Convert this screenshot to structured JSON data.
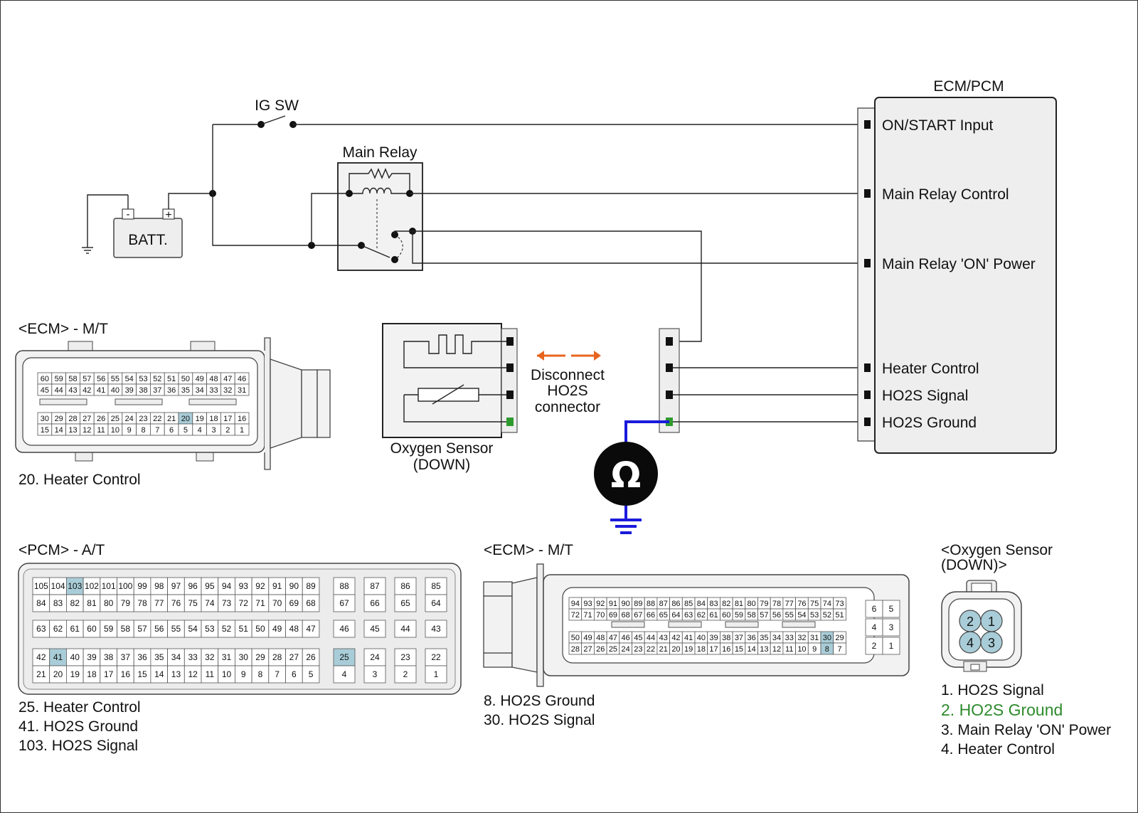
{
  "circuit": {
    "ig_sw": "IG SW",
    "batt": "BATT.",
    "batt_minus": "-",
    "batt_plus": "+",
    "main_relay": "Main Relay",
    "ecm_pcm": "ECM/PCM",
    "ecm_pins": [
      "ON/START Input",
      "Main Relay Control",
      "Main Relay 'ON' Power",
      "Heater Control",
      "HO2S Signal",
      "HO2S Ground"
    ],
    "sensor_label": [
      "Oxygen Sensor",
      "(DOWN)"
    ],
    "disconnect_note": [
      "Disconnect",
      "HO2S",
      "connector"
    ],
    "ohm_symbol": "Ω",
    "arrow_color": "#e8641e",
    "meter_wire_color": "#1a1adc",
    "ground_pin_color": "#2e9a2e"
  },
  "ecm_mt_left": {
    "title": "<ECM> - M/T",
    "rows": [
      [
        "60",
        "59",
        "58",
        "57",
        "56",
        "55",
        "54",
        "53",
        "52",
        "51",
        "50",
        "49",
        "48",
        "47",
        "46"
      ],
      [
        "45",
        "44",
        "43",
        "42",
        "41",
        "40",
        "39",
        "38",
        "37",
        "36",
        "35",
        "34",
        "33",
        "32",
        "31"
      ],
      [
        "30",
        "29",
        "28",
        "27",
        "26",
        "25",
        "24",
        "23",
        "22",
        "21",
        "20",
        "19",
        "18",
        "17",
        "16"
      ],
      [
        "15",
        "14",
        "13",
        "12",
        "11",
        "10",
        "9",
        "8",
        "7",
        "6",
        "5",
        "4",
        "3",
        "2",
        "1"
      ]
    ],
    "highlight": [
      "20"
    ],
    "legend": [
      "20. Heater Control"
    ]
  },
  "pcm_at": {
    "title": "<PCM> - A/T",
    "main_rows": [
      [
        "105",
        "104",
        "103",
        "102",
        "101",
        "100",
        "99",
        "98",
        "97",
        "96",
        "95",
        "94",
        "93",
        "92",
        "91",
        "90",
        "89"
      ],
      [
        "84",
        "83",
        "82",
        "81",
        "80",
        "79",
        "78",
        "77",
        "76",
        "75",
        "74",
        "73",
        "72",
        "71",
        "70",
        "69",
        "68"
      ],
      [
        "63",
        "62",
        "61",
        "60",
        "59",
        "58",
        "57",
        "56",
        "55",
        "54",
        "53",
        "52",
        "51",
        "50",
        "49",
        "48",
        "47"
      ],
      [
        "42",
        "41",
        "40",
        "39",
        "38",
        "37",
        "36",
        "35",
        "34",
        "33",
        "32",
        "31",
        "30",
        "29",
        "28",
        "27",
        "26"
      ],
      [
        "21",
        "20",
        "19",
        "18",
        "17",
        "16",
        "15",
        "14",
        "13",
        "12",
        "11",
        "10",
        "9",
        "8",
        "7",
        "6",
        "5"
      ]
    ],
    "side_rows": [
      [
        "88",
        "87",
        "86",
        "85"
      ],
      [
        "67",
        "66",
        "65",
        "64"
      ],
      [
        "46",
        "45",
        "44",
        "43"
      ],
      [
        "25",
        "24",
        "23",
        "22"
      ],
      [
        "4",
        "3",
        "2",
        "1"
      ]
    ],
    "highlight": [
      "103",
      "41",
      "25"
    ],
    "legend": [
      "25. Heater Control",
      "41. HO2S Ground",
      "103. HO2S Signal"
    ]
  },
  "ecm_mt_right": {
    "title": "<ECM> - M/T",
    "rows": [
      [
        "94",
        "93",
        "92",
        "91",
        "90",
        "89",
        "88",
        "87",
        "86",
        "85",
        "84",
        "83",
        "82",
        "81",
        "80",
        "79",
        "78",
        "77",
        "76",
        "75",
        "74",
        "73"
      ],
      [
        "72",
        "71",
        "70",
        "69",
        "68",
        "67",
        "66",
        "65",
        "64",
        "63",
        "62",
        "61",
        "60",
        "59",
        "58",
        "57",
        "56",
        "55",
        "54",
        "53",
        "52",
        "51"
      ],
      [
        "50",
        "49",
        "48",
        "47",
        "46",
        "45",
        "44",
        "43",
        "42",
        "41",
        "40",
        "39",
        "38",
        "37",
        "36",
        "35",
        "34",
        "33",
        "32",
        "31",
        "30",
        "29"
      ],
      [
        "28",
        "27",
        "26",
        "25",
        "24",
        "23",
        "22",
        "21",
        "20",
        "19",
        "18",
        "17",
        "16",
        "15",
        "14",
        "13",
        "12",
        "11",
        "10",
        "9",
        "8",
        "7"
      ]
    ],
    "side_rows": [
      [
        "6",
        "5"
      ],
      [
        "4",
        "3"
      ],
      [
        "2",
        "1"
      ]
    ],
    "highlight": [
      "30",
      "8"
    ],
    "legend": [
      "8. HO2S Ground",
      "30. HO2S Signal"
    ]
  },
  "o2_connector": {
    "title": [
      "<Oxygen Sensor",
      "(DOWN)>"
    ],
    "pins": [
      "2",
      "1",
      "4",
      "3"
    ],
    "legend": [
      "1. HO2S Signal",
      "2. HO2S Ground",
      "3. Main Relay 'ON' Power",
      "4. Heater Control"
    ],
    "legend_highlight_color": "#2e8b2e"
  }
}
